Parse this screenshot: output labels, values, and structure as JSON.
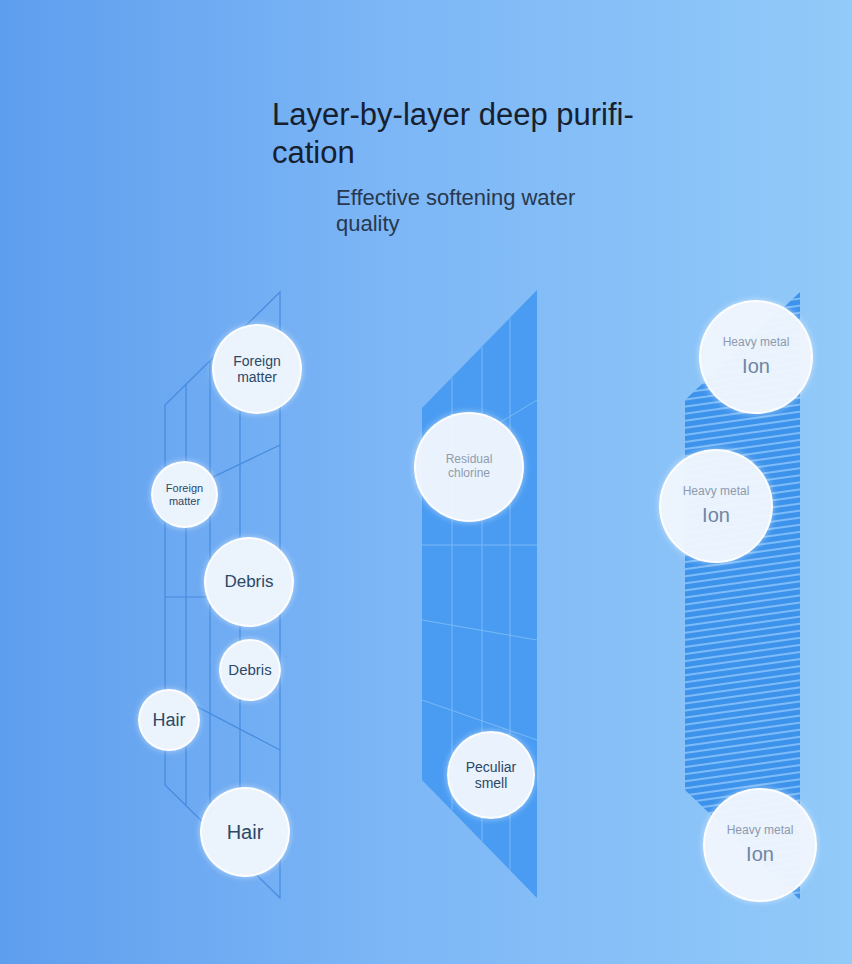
{
  "diagram": {
    "title": "Layer-by-layer deep purifi- cation",
    "nodes": [
      {
        "text": [
          "Foreign matter"
        ]
      },
      {
        "text": [
          "Foreign matter"
        ]
      },
      {
        "text": [
          "Debris"
        ]
      },
      {
        "text": [
          "Debris"
        ]
      },
      {
        "text": [
          "Hair"
        ]
      },
      {
        "text": [
          "Hair"
        ]
      },
      {
        "text": [
          "Residual chlorine"
        ]
      },
      {
        "text": [
          "Peculiar smell"
        ]
      },
      {
        "text": [
          "Heavy metal",
          "Ion"
        ]
      },
      {
        "text": [
          "Heavy metal",
          "Ion"
        ]
      },
      {
        "text": [
          "Heavy metal",
          "Ion"
        ]
      }
    ],
    "labels": [
      "Effective softening water quality"
    ]
  }
}
